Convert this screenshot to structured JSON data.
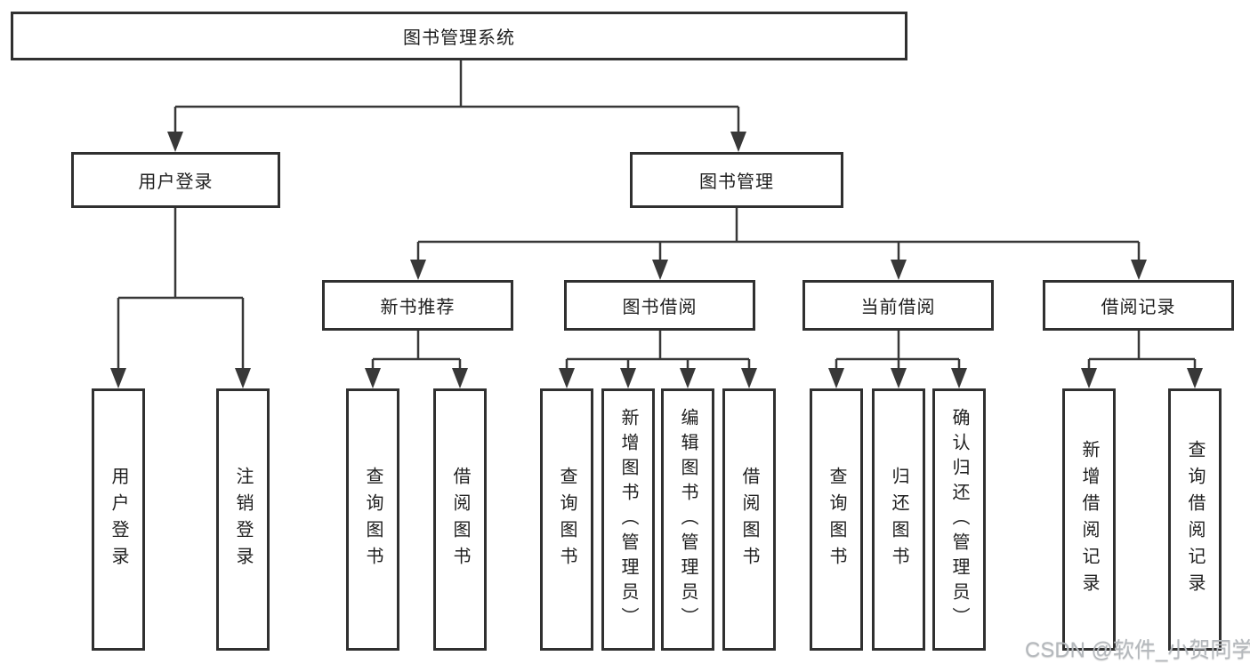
{
  "tree": {
    "root": {
      "label": "图书管理系统"
    },
    "level2": [
      {
        "label": "用户登录"
      },
      {
        "label": "图书管理"
      }
    ],
    "level3": [
      {
        "label": "新书推荐",
        "parent": "图书管理"
      },
      {
        "label": "图书借阅",
        "parent": "图书管理"
      },
      {
        "label": "当前借阅",
        "parent": "图书管理"
      },
      {
        "label": "借阅记录",
        "parent": "图书管理"
      }
    ],
    "leaves": [
      {
        "label": "用户登录",
        "parent": "用户登录"
      },
      {
        "label": "注销登录",
        "parent": "用户登录"
      },
      {
        "label": "查询图书",
        "parent": "新书推荐"
      },
      {
        "label": "借阅图书",
        "parent": "新书推荐"
      },
      {
        "label": "查询图书",
        "parent": "图书借阅"
      },
      {
        "label": "新增图书（管理员）",
        "parent": "图书借阅"
      },
      {
        "label": "编辑图书（管理员）",
        "parent": "图书借阅"
      },
      {
        "label": "借阅图书",
        "parent": "图书借阅"
      },
      {
        "label": "查询图书",
        "parent": "当前借阅"
      },
      {
        "label": "归还图书",
        "parent": "当前借阅"
      },
      {
        "label": "确认归还（管理员）",
        "parent": "当前借阅"
      },
      {
        "label": "新增借阅记录",
        "parent": "借阅记录"
      },
      {
        "label": "查询借阅记录",
        "parent": "借阅记录"
      }
    ]
  },
  "watermark": {
    "text": "CSDN @软件_小贺同学"
  },
  "colors": {
    "line": "#383838",
    "box_border": "#303030",
    "text": "#1f1f1f",
    "watermark": "#b4b8bc",
    "background": "#ffffff"
  }
}
